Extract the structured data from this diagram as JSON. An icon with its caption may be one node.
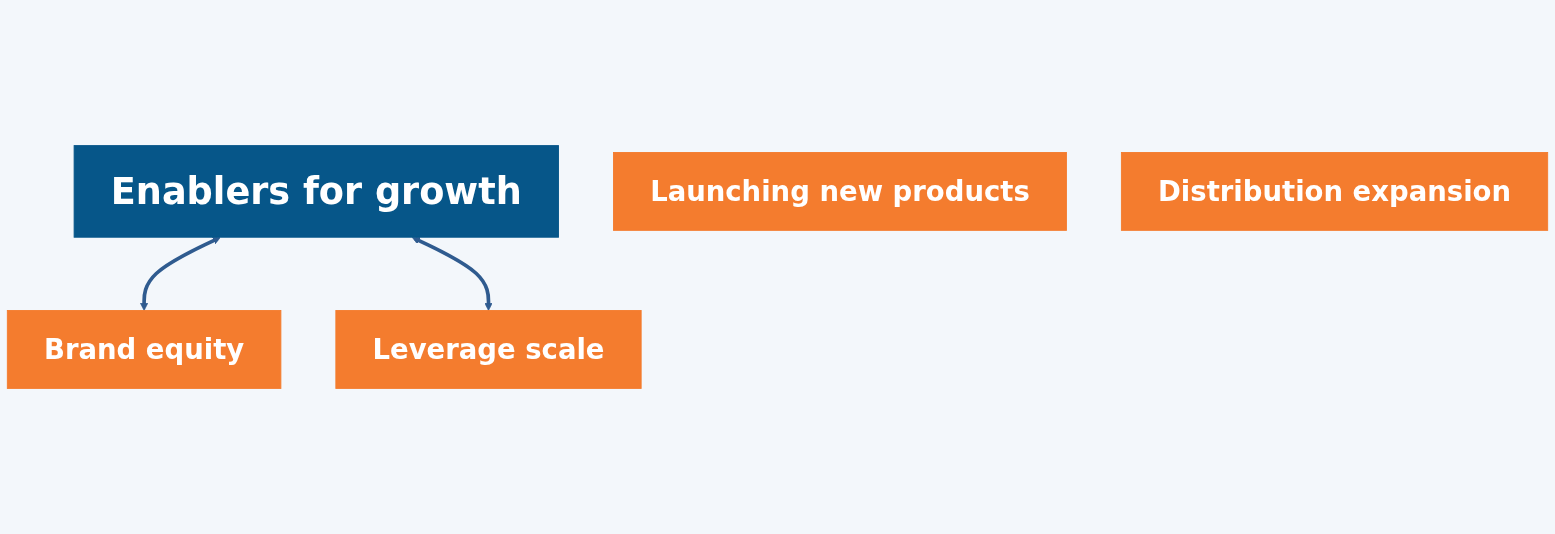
{
  "diagram": {
    "nodes": [
      {
        "text": [
          "Enablers for growth"
        ]
      },
      {
        "text": [
          "Brand equity"
        ]
      },
      {
        "text": [
          "Leverage scale"
        ]
      },
      {
        "text": [
          "Launching new products"
        ]
      },
      {
        "text": [
          "Distribution expansion"
        ]
      }
    ],
    "edges": [
      {
        "from": 0,
        "to": 1,
        "arrow": "both"
      },
      {
        "from": 0,
        "to": 2,
        "arrow": "both"
      }
    ]
  }
}
